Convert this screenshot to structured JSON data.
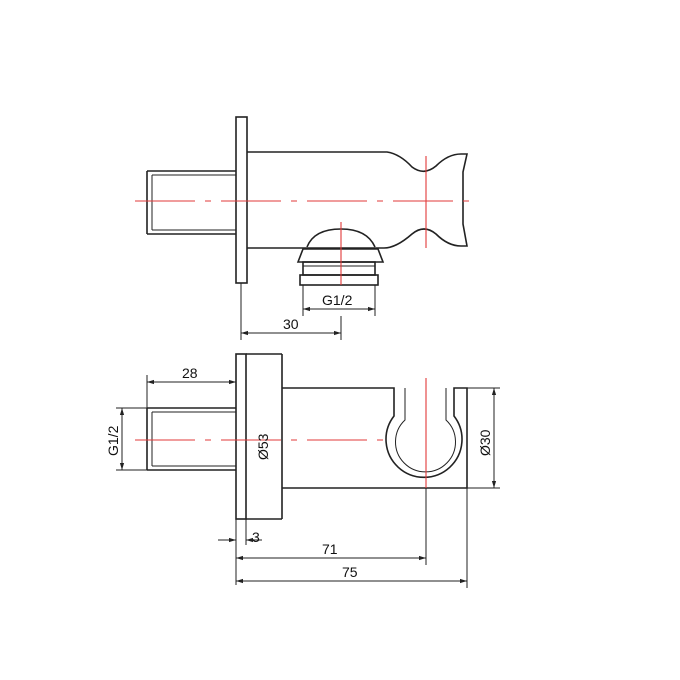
{
  "side_view": {
    "dim_thread": "G1/2",
    "dim_depth": "30"
  },
  "front_view": {
    "dim_thread_length": "28",
    "dim_thread": "G1/2",
    "dim_flange_dia": "Ø53",
    "dim_cradle_dia": "Ø30",
    "dim_flange_thickness": "3",
    "dim_cradle_reach": "71",
    "dim_overall_length": "75"
  }
}
